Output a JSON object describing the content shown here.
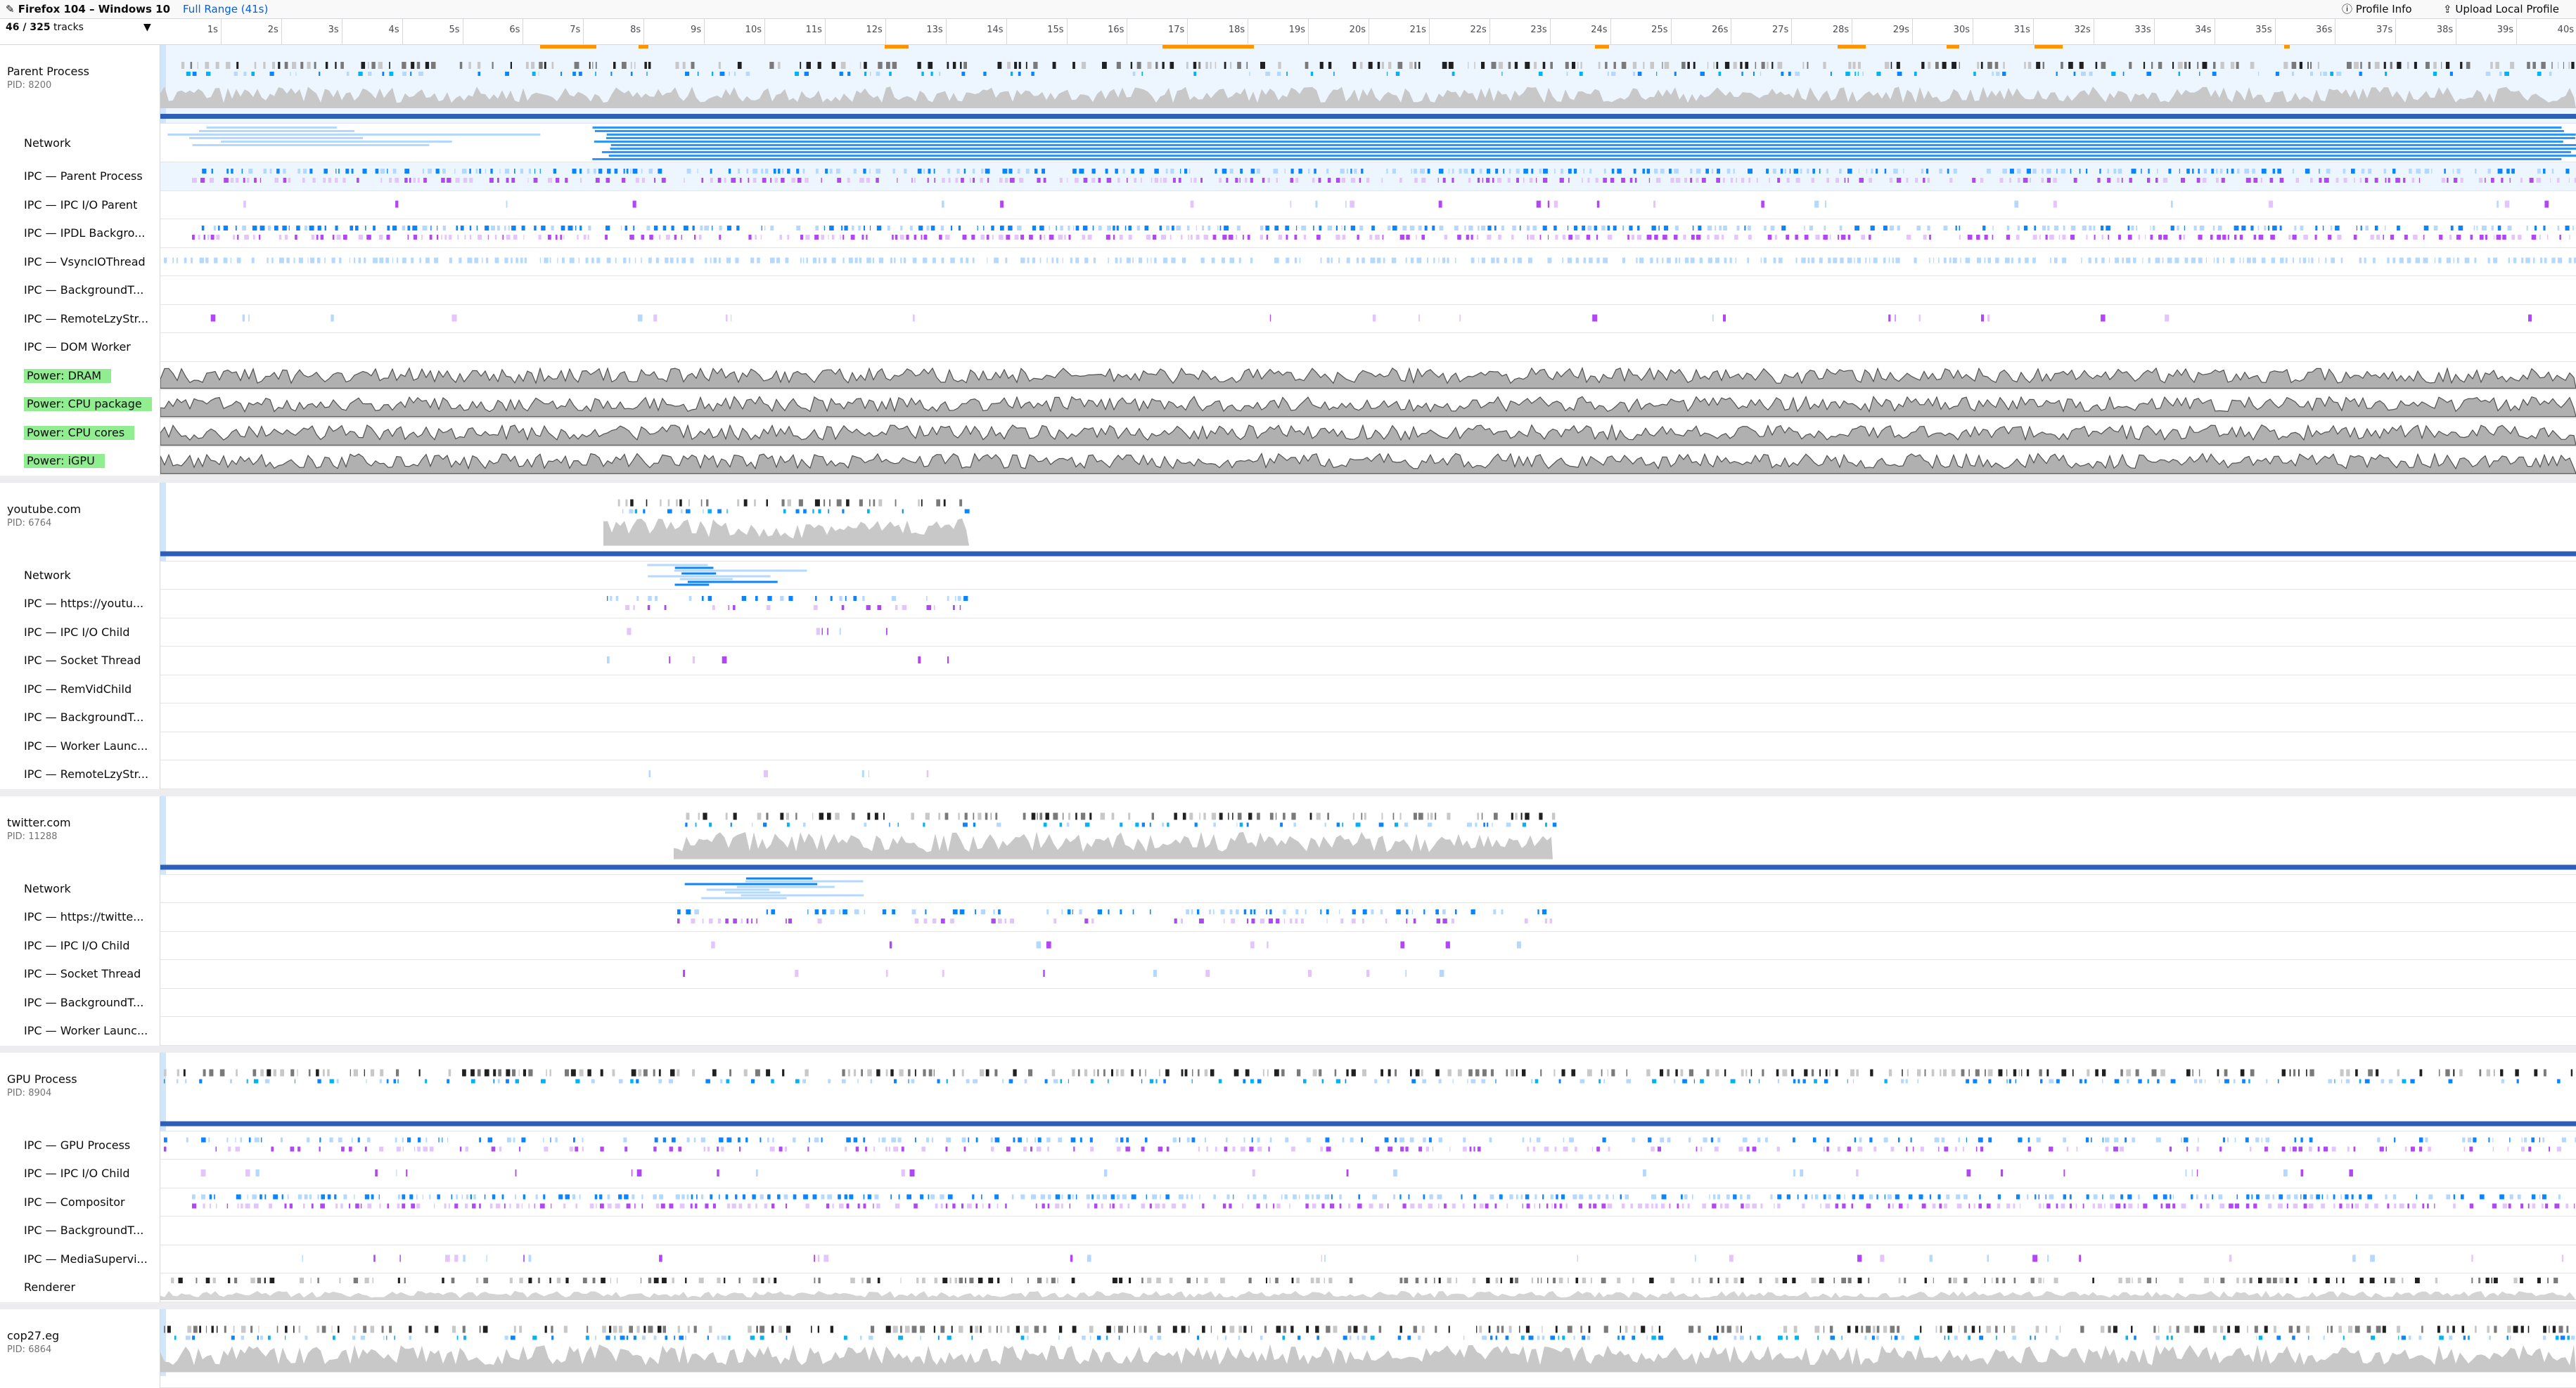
{
  "header": {
    "title": "Firefox 104 – Windows 10",
    "range": "Full Range (41s)",
    "profile_info": "Profile Info",
    "upload": "Upload Local Profile"
  },
  "track_count": {
    "shown": "46",
    "sep": " / ",
    "total": "325",
    "suffix": " tracks"
  },
  "ticks": [
    "1s",
    "2s",
    "3s",
    "4s",
    "5s",
    "6s",
    "7s",
    "8s",
    "9s",
    "10s",
    "11s",
    "12s",
    "13s",
    "14s",
    "15s",
    "16s",
    "17s",
    "18s",
    "19s",
    "20s",
    "21s",
    "22s",
    "23s",
    "24s",
    "25s",
    "26s",
    "27s",
    "28s",
    "29s",
    "30s",
    "31s",
    "32s",
    "33s",
    "34s",
    "35s",
    "36s",
    "37s",
    "38s",
    "39s",
    "40s"
  ],
  "groups": [
    {
      "name": "Parent Process",
      "pid": "PID: 8200",
      "tracks": [
        {
          "label": "Network",
          "kind": "network"
        },
        {
          "label": "IPC — Parent Process",
          "kind": "ipc-dense"
        },
        {
          "label": "IPC — IPC I/O Parent",
          "kind": "ipc-sparse"
        },
        {
          "label": "IPC — IPDL Backgro...",
          "kind": "ipc-dense"
        },
        {
          "label": "IPC — VsyncIOThread",
          "kind": "ipc-light"
        },
        {
          "label": "IPC — BackgroundT...",
          "kind": "empty"
        },
        {
          "label": "IPC — RemoteLzyStr...",
          "kind": "ipc-sparse"
        },
        {
          "label": "IPC — DOM Worker",
          "kind": "empty"
        },
        {
          "label": "Power: DRAM",
          "kind": "power"
        },
        {
          "label": "Power: CPU package",
          "kind": "power"
        },
        {
          "label": "Power: CPU cores",
          "kind": "power"
        },
        {
          "label": "Power: iGPU",
          "kind": "power"
        }
      ]
    },
    {
      "name": "youtube.com",
      "pid": "PID: 6764",
      "tracks": [
        {
          "label": "Network",
          "kind": "network-short"
        },
        {
          "label": "IPC — https://youtu...",
          "kind": "ipc-mid"
        },
        {
          "label": "IPC — IPC I/O Child",
          "kind": "ipc-sparse"
        },
        {
          "label": "IPC — Socket Thread",
          "kind": "ipc-sparse"
        },
        {
          "label": "IPC — RemVidChild",
          "kind": "empty"
        },
        {
          "label": "IPC — BackgroundT...",
          "kind": "empty"
        },
        {
          "label": "IPC — Worker Launc...",
          "kind": "empty"
        },
        {
          "label": "IPC — RemoteLzyStr...",
          "kind": "ipc-sparse"
        }
      ]
    },
    {
      "name": "twitter.com",
      "pid": "PID: 11288",
      "tracks": [
        {
          "label": "Network",
          "kind": "network-short"
        },
        {
          "label": "IPC — https://twitte...",
          "kind": "ipc-mid"
        },
        {
          "label": "IPC — IPC I/O Child",
          "kind": "ipc-sparse"
        },
        {
          "label": "IPC — Socket Thread",
          "kind": "ipc-sparse"
        },
        {
          "label": "IPC — BackgroundT...",
          "kind": "empty"
        },
        {
          "label": "IPC — Worker Launc...",
          "kind": "empty"
        }
      ]
    },
    {
      "name": "GPU Process",
      "pid": "PID: 8904",
      "tracks": [
        {
          "label": "IPC — GPU Process",
          "kind": "ipc-mid"
        },
        {
          "label": "IPC — IPC I/O Child",
          "kind": "ipc-sparse"
        },
        {
          "label": "IPC — Compositor",
          "kind": "ipc-dense"
        },
        {
          "label": "IPC — BackgroundT...",
          "kind": "empty"
        },
        {
          "label": "IPC — MediaSupervi...",
          "kind": "ipc-sparse"
        },
        {
          "label": "Renderer",
          "kind": "renderer"
        }
      ]
    },
    {
      "name": "cop27.eg",
      "pid": "PID: 6864",
      "tracks": []
    }
  ],
  "colors": {
    "blue": "#0a84ff",
    "blueLight": "#b5d8ff",
    "purple": "#b245f6",
    "purpleLight": "#e3c5fb",
    "grey": "#c8c8c8",
    "black": "#202020",
    "orange": "#ff9400",
    "navy": "#2e5fb8",
    "selected": "#edf6ff"
  }
}
